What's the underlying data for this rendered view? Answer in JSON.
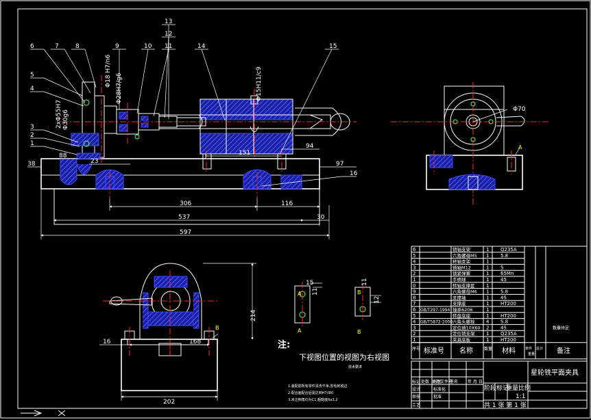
{
  "frame": {
    "border_color": "#ffffff",
    "background": "#000000",
    "outline_color": "#3d4bff",
    "center_color": "#ff2a2a"
  },
  "balloons": [
    "1",
    "2",
    "3",
    "4",
    "5",
    "6",
    "7",
    "8",
    "9",
    "10",
    "11",
    "12",
    "13",
    "14",
    "15",
    "16"
  ],
  "fits": {
    "fit_a": "2xΦ55H7",
    "fit_a2": "Φ30g6",
    "fit_b": "Φ18 H7/n6",
    "fit_c": "Φ28H7/g6",
    "fit_d": "Φ15H11/c9"
  },
  "front_dims": {
    "d38": "38",
    "d88": "88",
    "d23": "23",
    "d151": "151",
    "d94": "94",
    "d97": "97",
    "d306": "306",
    "d116": "116",
    "d537": "537",
    "d30": "30",
    "d597": "597"
  },
  "side_dims": {
    "d70": "Φ70",
    "labelA": "A"
  },
  "bottom_dims": {
    "d214": "214",
    "d16": "16",
    "d168": "168",
    "d202": "202",
    "labelB": "B"
  },
  "detail_dims": {
    "d15": "15",
    "d11": "11",
    "d11b": "11",
    "d12": "12",
    "A": "A",
    "B": "B"
  },
  "note": {
    "title": "注:",
    "text": "下视图位置的视图为右视图",
    "small": "技术要求",
    "items": [
      "1.装配前所有零件清洗干净,去毛刺锐边",
      "2.配合面配合后需达到H7/l80",
      "3.未注倒角均为C1,粗糙度Ra3.2"
    ]
  },
  "bom": {
    "rows": [
      {
        "no": "6",
        "std": "",
        "name": "销轴支架",
        "qty": "1",
        "mat": "Q235A",
        "remark": ""
      },
      {
        "no": "5",
        "std": "",
        "name": "六角螺母M5",
        "qty": "1",
        "mat": "5.8",
        "remark": ""
      },
      {
        "no": "4",
        "std": "",
        "name": "转轴支架",
        "qty": "1",
        "mat": "",
        "remark": ""
      },
      {
        "no": "3",
        "std": "",
        "name": "销轴M12",
        "qty": "1",
        "mat": "5",
        "remark": ""
      },
      {
        "no": "2",
        "std": "",
        "name": "锁紧弹簧",
        "qty": "1",
        "mat": "65Mn",
        "remark": ""
      },
      {
        "no": "1",
        "std": "",
        "name": "手柄球",
        "qty": "1",
        "mat": "45",
        "remark": ""
      },
      {
        "no": "0",
        "std": "",
        "name": "转轴支撑套",
        "qty": "1",
        "mat": "",
        "remark": ""
      },
      {
        "no": "9",
        "std": "",
        "name": "六角螺母M6",
        "qty": "1",
        "mat": "5.8",
        "remark": ""
      },
      {
        "no": "8",
        "std": "",
        "name": "支撑轴",
        "qty": "1",
        "mat": "45",
        "remark": ""
      },
      {
        "no": "7",
        "std": "",
        "name": "支撑座",
        "qty": "1",
        "mat": "HT200",
        "remark": ""
      },
      {
        "no": "6",
        "std": "GB/T297-1994",
        "name": "轴承6206",
        "qty": "1",
        "mat": "",
        "remark": ""
      },
      {
        "no": "5",
        "std": "",
        "name": "转盘底座",
        "qty": "1",
        "mat": "HT200",
        "remark": ""
      },
      {
        "no": "4",
        "std": "GB/T5872-2000",
        "name": "六角头螺栓",
        "qty": "4",
        "mat": "5.8",
        "remark": ""
      },
      {
        "no": "3",
        "std": "",
        "name": "定位销10X60",
        "qty": "2",
        "mat": "45",
        "remark": "数量待定"
      },
      {
        "no": "2",
        "std": "",
        "name": "定位销支架",
        "qty": "1",
        "mat": "Q235A",
        "remark": ""
      },
      {
        "no": "1",
        "std": "",
        "name": "夹具底板",
        "qty": "1",
        "mat": "HT200",
        "remark": ""
      }
    ],
    "header": {
      "no": "序号",
      "std": "标准号",
      "name": "名称",
      "qty": "数量",
      "mat": "材料",
      "single": "单件",
      "total": "总计",
      "weight": "重量",
      "remark": "备注"
    }
  },
  "title_block": {
    "title": "星轮铣平面夹具",
    "scale": "1:1",
    "stage": "阶段标记",
    "weight": "重量",
    "ratio": "比例",
    "sheets": "共 1 张 第 1 张",
    "design": "设计",
    "check": "审核",
    "process": "工艺",
    "std": "标准化",
    "approve": "批准",
    "mark": "标记",
    "count": "处数",
    "zone": "分区",
    "change": "更改文件号",
    "sign": "签名",
    "date": "年 月 日"
  }
}
